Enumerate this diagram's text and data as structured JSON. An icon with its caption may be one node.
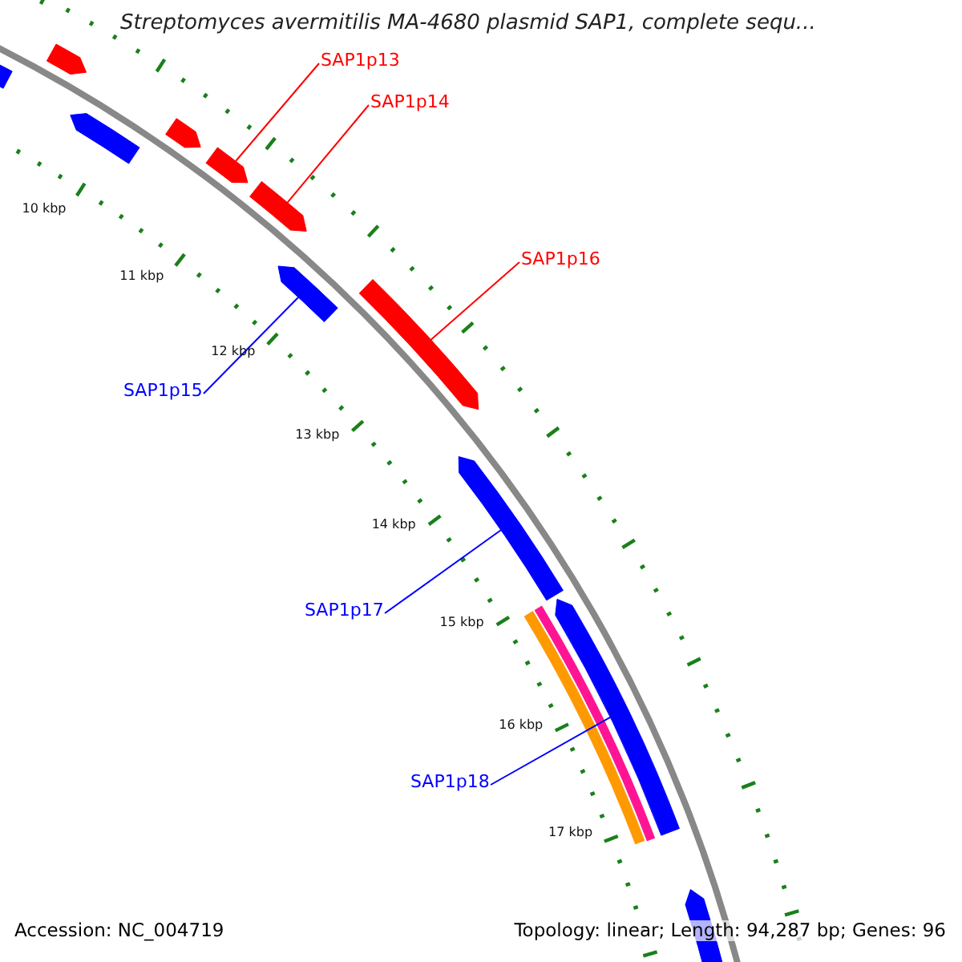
{
  "diagram": {
    "title": "Streptomyces avermitilis MA-4680 plasmid SAP1, complete sequ...",
    "nodes": [
      {
        "text": [
          "SAP1p13"
        ]
      },
      {
        "text": [
          "SAP1p14"
        ]
      },
      {
        "text": [
          "SAP1p16"
        ]
      },
      {
        "text": [
          "SAP1p15"
        ]
      },
      {
        "text": [
          "SAP1p17"
        ]
      },
      {
        "text": [
          "SAP1p18"
        ]
      },
      {
        "text": [],
        "shape": "arrow"
      },
      {
        "text": [],
        "shape": "arrow"
      },
      {
        "text": [],
        "shape": "arrow"
      },
      {
        "text": [],
        "shape": "arrow"
      },
      {
        "text": [],
        "shape": "arrow"
      },
      {
        "text": [],
        "shape": "arrow"
      },
      {
        "text": [],
        "shape": "arrow"
      },
      {
        "text": [],
        "shape": "arrow"
      },
      {
        "text": [],
        "shape": "arrow"
      },
      {
        "text": [],
        "shape": "arrow"
      },
      {
        "text": [],
        "shape": "bar"
      },
      {
        "text": [],
        "shape": "bar"
      },
      {
        "text": [],
        "shape": "arrow"
      }
    ],
    "edges": [
      {
        "from": 0,
        "to": 10,
        "arrow": "none",
        "color": "#ff0000"
      },
      {
        "from": 1,
        "to": 11,
        "arrow": "none",
        "color": "#ff0000"
      },
      {
        "from": 2,
        "to": 13,
        "arrow": "none",
        "color": "#ff0000"
      },
      {
        "from": 3,
        "to": 12,
        "arrow": "none",
        "color": "#0000ff"
      },
      {
        "from": 4,
        "to": 14,
        "arrow": "none",
        "color": "#0000ff"
      },
      {
        "from": 5,
        "to": 15,
        "arrow": "none",
        "color": "#0000ff"
      }
    ],
    "labels": [
      "10 kbp",
      "11 kbp",
      "12 kbp",
      "13 kbp",
      "14 kbp",
      "15 kbp",
      "16 kbp",
      "17 kbp",
      "Accession: NC_004719",
      "Topology: linear; Length: 94,287 bp; Genes: 96"
    ]
  }
}
